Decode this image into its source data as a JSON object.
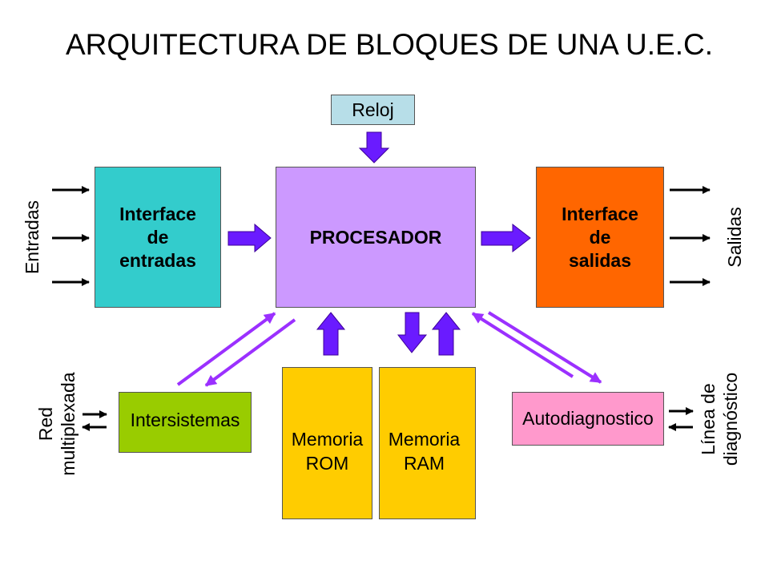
{
  "title": "ARQUITECTURA DE BLOQUES DE UNA U.E.C.",
  "clock": {
    "label": "Reloj",
    "color": "#b7dee8"
  },
  "input_interface": {
    "lines": [
      "Interface",
      "de",
      "entradas"
    ],
    "color": "#33cccc"
  },
  "processor": {
    "label": "PROCESADOR",
    "color": "#cc99ff"
  },
  "output_interface": {
    "lines": [
      "Interface",
      "de",
      "salidas"
    ],
    "color": "#ff6600"
  },
  "intersystems": {
    "label": "Intersistemas",
    "color": "#99cc00"
  },
  "rom": {
    "lines": [
      "Memoria",
      "ROM"
    ],
    "color": "#ffcc00"
  },
  "ram": {
    "lines": [
      "Memoria",
      "RAM"
    ],
    "color": "#ffcc00"
  },
  "self_diagnosis": {
    "label": "Autodiagnostico",
    "color": "#ff99cc"
  },
  "side_labels": {
    "inputs": "Entradas",
    "outputs": "Salidas",
    "network": [
      "Red",
      "multiplexada"
    ],
    "diagnostic_line": [
      "Línea de",
      "diagnóstico"
    ]
  },
  "colors": {
    "block_arrow": "#6a1bff",
    "link_arrow": "#9b30ff",
    "signal_arrow": "#000000"
  }
}
